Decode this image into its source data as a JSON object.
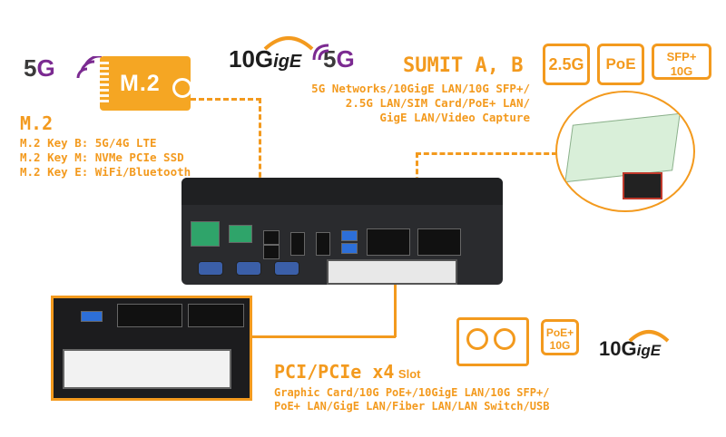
{
  "m2": {
    "card_label": "M.2",
    "title": "M.2",
    "lines": [
      "M.2 Key B: 5G/4G LTE",
      "M.2 Key M: NVMe PCIe SSD",
      "M.2 Key E: WiFi/Bluetooth"
    ]
  },
  "logos": {
    "five_g_1": {
      "five": "5",
      "g": "G"
    },
    "ten_gige_1": {
      "ten": "10G",
      "ige": "igE"
    },
    "five_g_2": {
      "five": "5",
      "g": "G"
    },
    "ten_gige_2": {
      "ten": "10G",
      "ige": "igE"
    }
  },
  "sumit": {
    "title": "SUMIT A, B",
    "lines": [
      "5G Networks/10GigE LAN/10G SFP+/",
      "2.5G LAN/SIM Card/PoE+ LAN/",
      "GigE LAN/Video Capture"
    ]
  },
  "badges": {
    "lan25": "2.5G",
    "poe": "PoE",
    "sfp_line1": "SFP+",
    "sfp_line2": "10G",
    "poe10_line1": "PoE+",
    "poe10_line2": "10G"
  },
  "pci": {
    "title": "PCI/PCIe x4",
    "title_suffix": "Slot",
    "lines": [
      "Graphic Card/10G PoE+/10GigE LAN/10G SFP+/",
      "PoE+ LAN/GigE LAN/Fiber LAN/LAN Switch/USB"
    ]
  },
  "colors": {
    "accent": "#f39a1e",
    "device": "#2a2b2e",
    "five_g_purple": "#7b2a91"
  }
}
